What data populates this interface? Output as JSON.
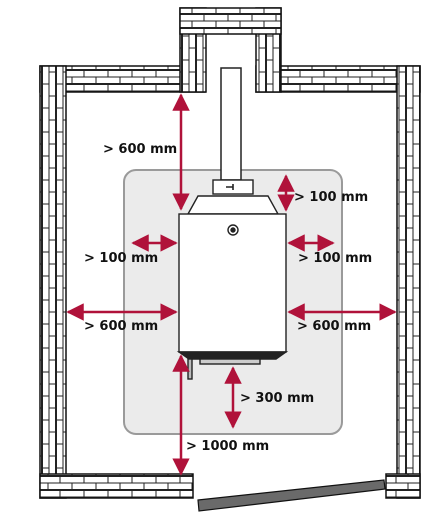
{
  "labels": {
    "top_clearance": "> 600 mm",
    "flue_clearance": "> 100 mm",
    "left_side": "> 100 mm",
    "right_side": "> 100 mm",
    "left_wall": "> 600 mm",
    "right_wall": "> 600 mm",
    "below": "> 300 mm",
    "front": "> 1000 mm"
  },
  "colors": {
    "arrow": "#b0123a",
    "wall_stroke": "#111111",
    "zone_fill": "#ebebeb",
    "zone_stroke": "#9a9a9a",
    "heater_fill": "#ffffff",
    "door_fill": "#6a6a6a"
  }
}
